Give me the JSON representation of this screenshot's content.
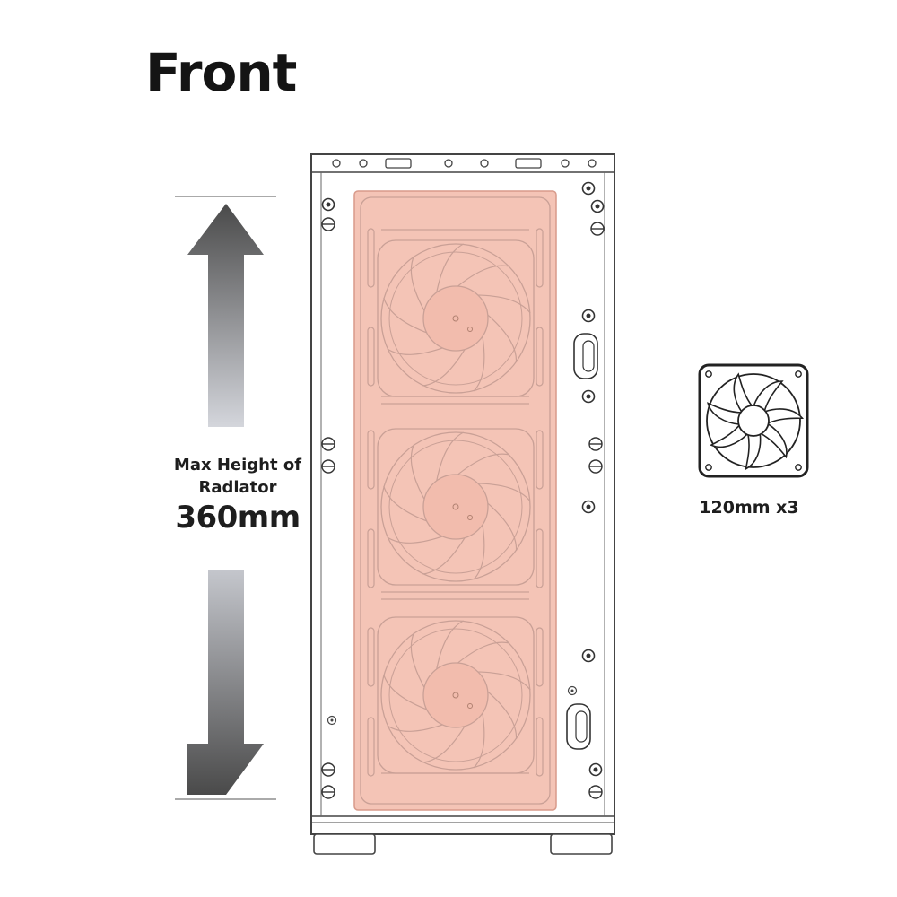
{
  "title": "Front",
  "height_label": {
    "line1": "Max Height of",
    "line2": "Radiator",
    "value": "360mm"
  },
  "fan_caption": "120mm x3",
  "fan_count": 3,
  "colors": {
    "radiator_fill": "#f4c4b6",
    "radiator_stroke": "#d89a8a",
    "line": "#444444",
    "arrow_dark": "#4a4a4a",
    "arrow_light": "#c8cad0"
  }
}
